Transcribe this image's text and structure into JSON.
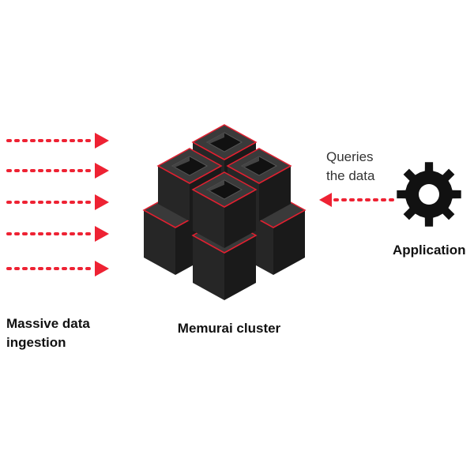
{
  "colors": {
    "arrow": "#ee2233",
    "cube_body": "#2b2b2b",
    "cube_top": "#3a3a3a",
    "cube_edge": "#e02030",
    "gear": "#111111",
    "text": "#111111"
  },
  "ingestion": {
    "label_line1": "Massive data",
    "label_line2": "ingestion",
    "arrow_count": 5
  },
  "cluster": {
    "label": "Memurai cluster",
    "icon": "server-cluster-icon"
  },
  "queries": {
    "label_line1": "Queries",
    "label_line2": "the data"
  },
  "application": {
    "label": "Application",
    "icon": "gear-icon"
  }
}
